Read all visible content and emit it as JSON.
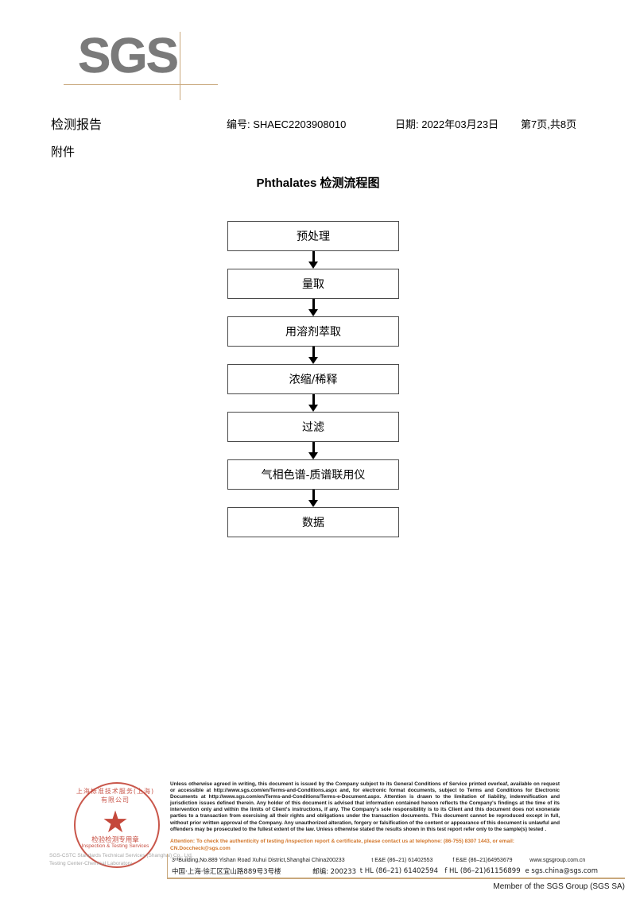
{
  "logo": {
    "text": "SGS"
  },
  "header": {
    "doc_title": "检测报告",
    "report_no": "编号: SHAEC2203908010",
    "date": "日期: 2022年03月23日",
    "page": "第7页,共8页",
    "attachment_label": "附件"
  },
  "flowchart": {
    "title": "Phthalates 检测流程图",
    "steps": [
      {
        "label": "预处理"
      },
      {
        "label": "量取"
      },
      {
        "label": "用溶剂萃取"
      },
      {
        "label": "浓缩/稀释"
      },
      {
        "label": "过滤"
      },
      {
        "label": "气相色谱-质谱联用仪"
      },
      {
        "label": "数据"
      }
    ]
  },
  "seal": {
    "arc_text": "上海标准技术服务(上海)有限公司",
    "cn_text": "检验检测专用章",
    "en_text": "Inspection & Testing Services",
    "watermark_line1": "SGS-CSTC Standards Technical Services (Shanghai) Co., Ltd.",
    "watermark_line2": "Testing Center-Chemical Laboratory"
  },
  "footer": {
    "legal_text": "Unless otherwise agreed in writing, this document is issued by the Company subject to its General Conditions of Service printed overleaf, available on request or accessible at http://www.sgs.com/en/Terms-and-Conditions.aspx and, for electronic format documents, subject to Terms and Conditions for Electronic Documents at http://www.sgs.com/en/Terms-and-Conditions/Terms-e-Document.aspx. Attention is drawn to the limitation of liability, indemnification and jurisdiction issues defined therein. Any holder of this document is advised that information contained hereon reflects the Company's findings at the time of its intervention only and within the limits of Client's instructions, if any. The Company's sole responsibility is to its Client and this document does not exonerate parties to a transaction from exercising all their rights and obligations under the transaction documents. This document cannot be reproduced except in full, without prior written approval of the Company. Any unauthorized alteration, forgery or falsification of the content or appearance of this document is unlawful and offenders may be prosecuted to the fullest extent of the law. Unless otherwise stated the results shown in this test report refer only to the sample(s) tested .",
    "attention_text": "Attention: To check the authenticity of testing /inspection report & certificate, please contact us at telephone: (86-755) 8307 1443, or email: CN.Doccheck@sgs.com",
    "address_rows": [
      {
        "address": "3ʳᵈBuilding,No.889 Yishan Road Xuhui District,Shanghai China",
        "zip": "200233",
        "tel1": "t E&E (86–21) 61402553",
        "tel2": "f E&E (86–21)64953679",
        "web": "www.sgsgroup.com.cn"
      },
      {
        "address": "中国·上海·徐汇区宜山路889号3号楼",
        "zip": "邮编: 200233",
        "tel1": "t HL (86–21) 61402594",
        "tel2": "f HL (86–21)61156899",
        "web": "e  sgs.china@sgs.com"
      }
    ],
    "member_line": "Member of the SGS Group (SGS SA)"
  },
  "colors": {
    "logo_gray": "#7a7a7a",
    "rule_tan": "#c9a87c",
    "attention_orange": "#d2762a",
    "seal_red": "#c0392b"
  }
}
